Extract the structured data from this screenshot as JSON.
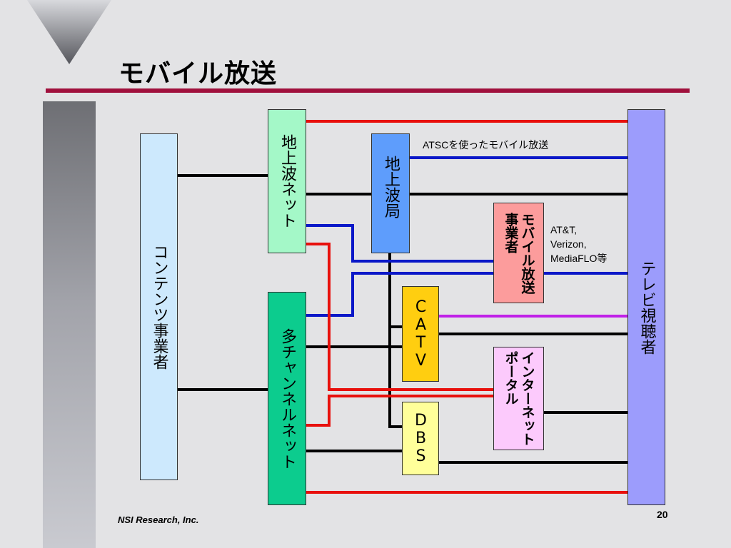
{
  "slide": {
    "title": "モバイル放送",
    "footer": "NSI Research, Inc.",
    "page_number": "20"
  },
  "colors": {
    "rule": "#a0103c",
    "red": "#e8100c",
    "blue": "#0a18c8",
    "black": "#000000",
    "purple": "#c020e8"
  },
  "nodes": {
    "content_providers": "コンテンツ事業者",
    "terrestrial_network": "地上波ネット",
    "terrestrial_station": "地上波局",
    "multichannel_network": "多チャンネルネット",
    "mobile_operator_line1": "モバイル放送",
    "mobile_operator_line2": "事業者",
    "catv": "CATV",
    "dbs": "DBS",
    "internet_portal_line1": "インターネット",
    "internet_portal_line2": "ポータル",
    "tv_viewers": "テレビ視聴者"
  },
  "annotations": {
    "atsc_mobile": "ATSCを使ったモバイル放送",
    "carriers_line1": "AT&T,",
    "carriers_line2": "Verizon,",
    "carriers_line3": "MediaFLO等"
  }
}
